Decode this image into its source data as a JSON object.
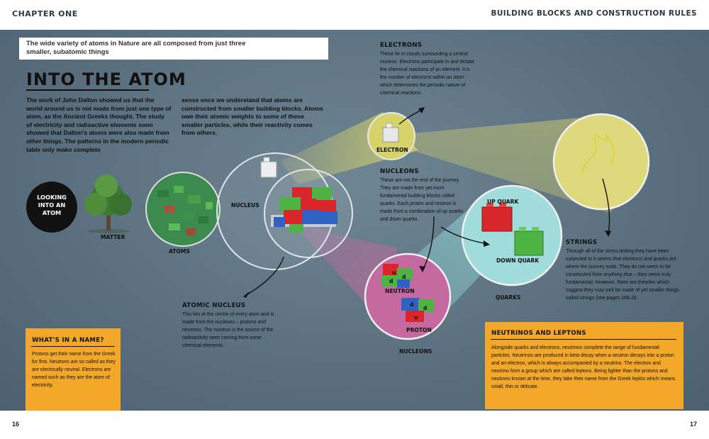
{
  "header": {
    "left": "CHAPTER ONE",
    "right": "BUILDING BLOCKS AND CONSTRUCTION RULES"
  },
  "intro": "The wide variety of atoms in Nature are all composed from just three smaller, subatomic things",
  "title": "INTO THE ATOM",
  "body": {
    "col1": "The work of John Dalton showed us that the world around us is not made from just one type of atom, as the Ancient Greeks thought. The study of electricity and radioactive elements soon showed that Dalton's atoms were also made from other things. The patterns in the modern periodic table only make complete",
    "col2": "sense once we understand that atoms are constructed from smaller building blocks. Atoms owe their atomic weights to some of these smaller particles, while their reactivity comes from others."
  },
  "looking": [
    "LOOKING",
    "INTO AN",
    "ATOM"
  ],
  "labels": {
    "matter": "MATTER",
    "atoms": "ATOMS",
    "nucleus": "NUCLEUS",
    "electron": "ELECTRON",
    "neutron": "NEUTRON",
    "proton": "PROTON",
    "nucleons": "NUCLEONS",
    "up_quark": "UP QUARK",
    "down_quark": "DOWN QUARK",
    "quarks": "QUARKS"
  },
  "electrons": {
    "head": "ELECTRONS",
    "text": "These lie in clouds surrounding a central nucleus. Electrons participate in and dictate the chemical reactions of an element. It is the number of electrons within an atom which determines the periodic nature of chemical reactions."
  },
  "nucleons_note": {
    "head": "NUCLEONS",
    "text": "These are not the end of the journey. They are made from yet more fundamental building blocks called quarks. Each proton and neutron is made from a combination of up quarks and down quarks."
  },
  "atomic_nucleus": {
    "head": "ATOMIC NUCLEUS",
    "text": "This lies at the centre of every atom and is made from the nucleons – protons and neutrons. The nucleus is the source of the radioactivity seen coming from some chemical elements."
  },
  "strings": {
    "head": "STRINGS",
    "text": "Through all of the stress testing they have been subjected to it seems that electrons and quarks are where the journey ends. They do not seem to be constructed from anything else – they seem truly fundamental. However, there are theories which suggest they may well be made of yet smaller things called strings (see pages 168–9)."
  },
  "name_box": {
    "head": "WHAT'S IN A NAME?",
    "text": "Protons get their name from the Greek for first. Neutrons are so called as they are electrically neutral. Electrons are named such as they are the atom of electricity."
  },
  "neutrinos": {
    "head": "NEUTRINOS AND LEPTONS",
    "text": "Alongside quarks and electrons, neutrinos complete the range of fundamental particles. Neutrinos are produced in beta decay when a neutron decays into a proton and an electron, which is always accompanied by a neutrino. The electron and neutrino form a group which are called leptons. Being lighter than the protons and neutrons known at the time, they take their name from the Greek leptós which means small, thin or delicate."
  },
  "quark_letters": {
    "u": "u",
    "d": "d"
  },
  "pages": {
    "left": "16",
    "right": "17"
  },
  "colors": {
    "background": "#5d7382",
    "yellow_box": "#f3a82a",
    "beam_yellow": "#d8d36a",
    "beam_pink": "#c46aa0",
    "beam_teal": "#8fd3d5",
    "brick_red": "#d9262a",
    "brick_green": "#4fb343",
    "brick_blue": "#2f62c2"
  }
}
